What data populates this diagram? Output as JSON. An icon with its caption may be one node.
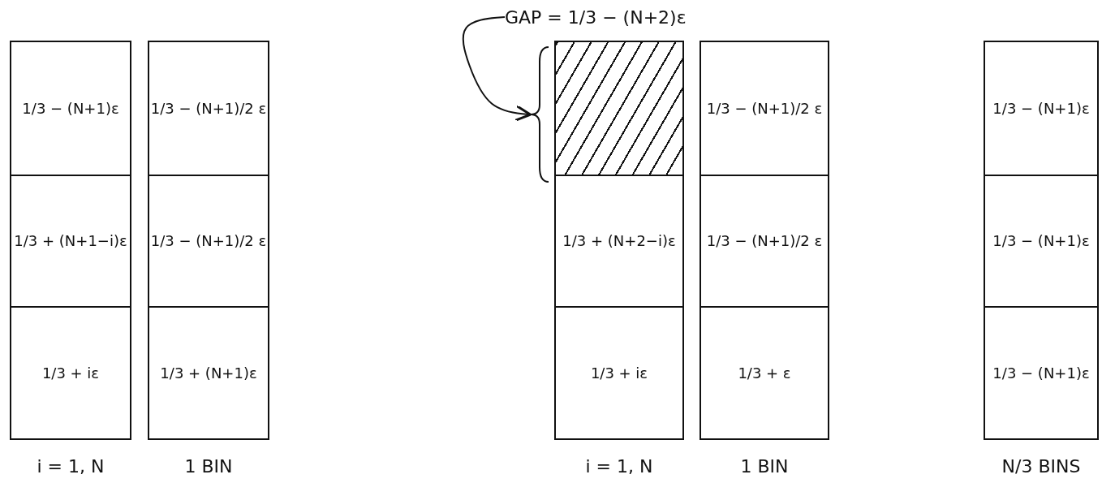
{
  "diagram": {
    "nodes": [
      {
        "text": [],
        "shape": "box",
        "beside": [
          "i = 1, N"
        ]
      },
      {
        "text": [
          "1/3 − (N+1)ε"
        ],
        "in": 0
      },
      {
        "text": [
          "1/3 + (N+1−i)ε"
        ],
        "in": 0
      },
      {
        "text": [
          "1/3 + iε"
        ],
        "in": 0
      },
      {
        "text": [],
        "shape": "box",
        "beside": [
          "1 BIN"
        ]
      },
      {
        "text": [
          "1/3 − (N+1)/2 ε"
        ],
        "in": 4
      },
      {
        "text": [
          "1/3 − (N+1)/2 ε"
        ],
        "in": 4
      },
      {
        "text": [
          "1/3 + (N+1)ε"
        ],
        "in": 4
      },
      {
        "text": [
          "GAP = 1/3 − (N+2)ε"
        ]
      },
      {
        "text": [],
        "shape": "brace"
      },
      {
        "text": [],
        "shape": "box",
        "beside": [
          "i = 1, N"
        ]
      },
      {
        "text": [],
        "shape": "box",
        "in": 10
      },
      {
        "text": [
          "1/3 + (N+2−i)ε"
        ],
        "in": 10
      },
      {
        "text": [
          "1/3 + iε"
        ],
        "in": 10
      },
      {
        "text": [],
        "shape": "box",
        "beside": [
          "1 BIN"
        ]
      },
      {
        "text": [
          "1/3 − (N+1)/2 ε"
        ],
        "in": 14
      },
      {
        "text": [
          "1/3 − (N+1)/2 ε"
        ],
        "in": 14
      },
      {
        "text": [
          "1/3 + ε"
        ],
        "in": 14
      },
      {
        "text": [],
        "shape": "box",
        "beside": [
          "N/3 BINS"
        ]
      },
      {
        "text": [
          "1/3 − (N+1)ε"
        ],
        "in": 18
      },
      {
        "text": [
          "1/3 − (N+1)ε"
        ],
        "in": 18
      },
      {
        "text": [
          "1/3 − (N+1)ε"
        ],
        "in": 18
      }
    ],
    "edges": [
      {
        "from": 8,
        "to": 9,
        "arrow": "to"
      }
    ]
  }
}
